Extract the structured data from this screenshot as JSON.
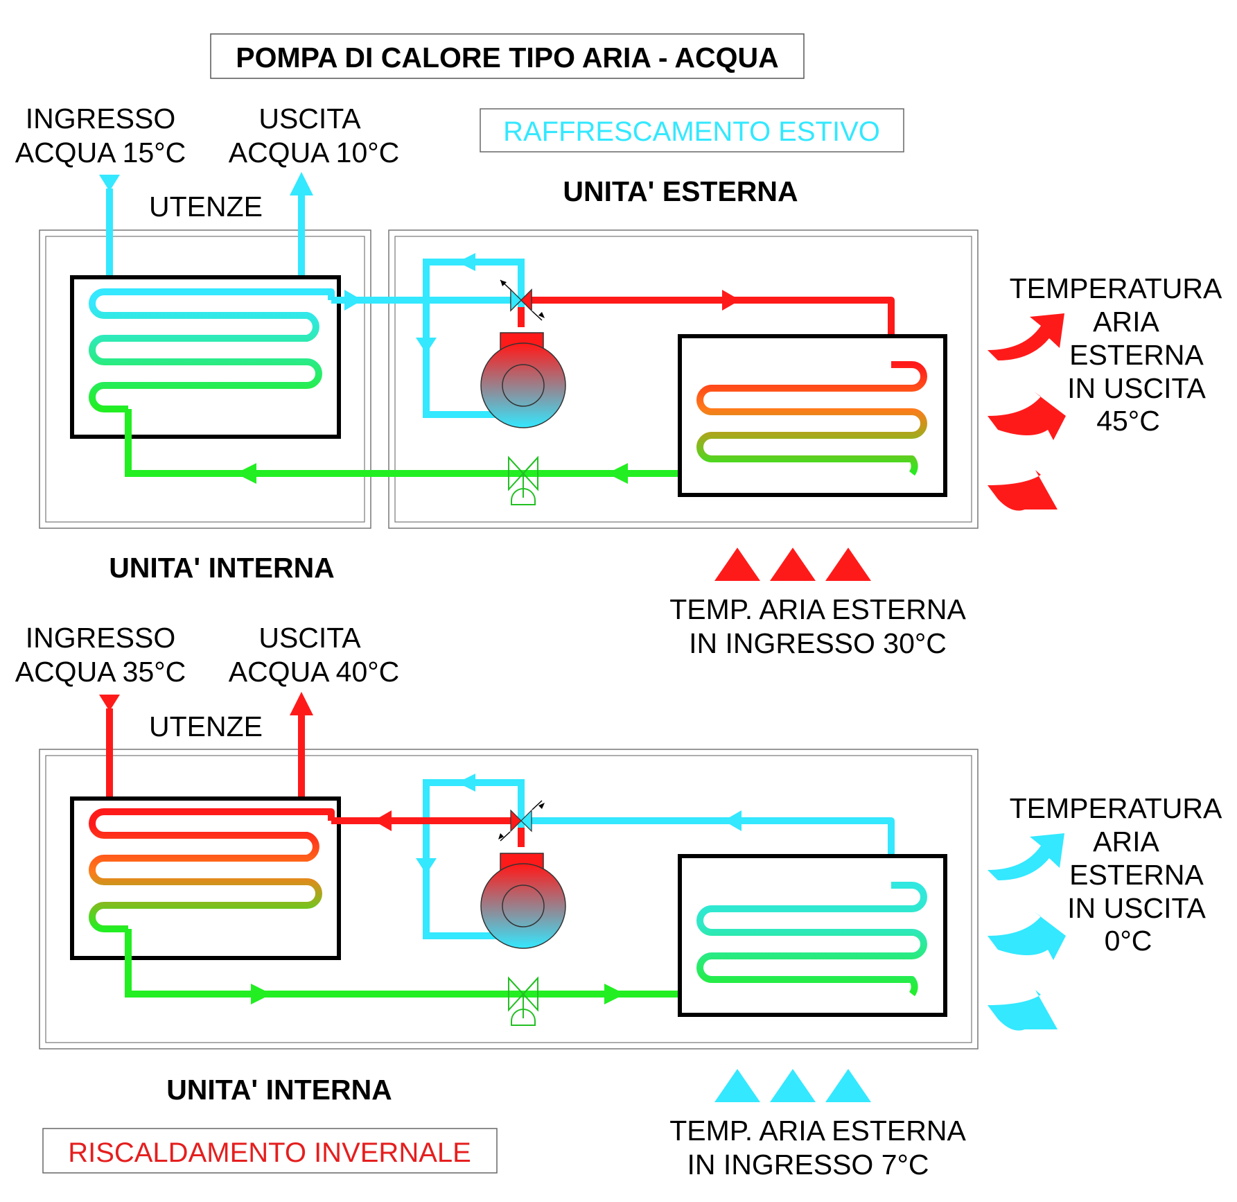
{
  "title": "POMPA DI CALORE TIPO ARIA - ACQUA",
  "summer": {
    "mode_label": "RAFFRESCAMENTO ESTIVO",
    "utenze_label": "UTENZE",
    "inlet_line1": "INGRESSO",
    "inlet_line2": "ACQUA 15°C",
    "outlet_line1": "USCITA",
    "outlet_line2": "ACQUA 10°C",
    "outdoor_unit_label": "UNITA' ESTERNA",
    "indoor_unit_label": "UNITA' INTERNA",
    "air_out_line1": "TEMPERATURA",
    "air_out_line2": "ARIA",
    "air_out_line3": "ESTERNA",
    "air_out_line4": "IN USCITA",
    "air_out_line5": "45°C",
    "air_in_line1": "TEMP. ARIA ESTERNA",
    "air_in_line2": "IN INGRESSO 30°C"
  },
  "winter": {
    "mode_label": "RISCALDAMENTO INVERNALE",
    "utenze_label": "UTENZE",
    "inlet_line1": "INGRESSO",
    "inlet_line2": "ACQUA 35°C",
    "outlet_line1": "USCITA",
    "outlet_line2": "ACQUA 40°C",
    "indoor_unit_label": "UNITA' INTERNA",
    "air_out_line1": "TEMPERATURA",
    "air_out_line2": "ARIA",
    "air_out_line3": "ESTERNA",
    "air_out_line4": "IN USCITA",
    "air_out_line5": "0°C",
    "air_in_line1": "TEMP. ARIA ESTERNA",
    "air_in_line2": "IN INGRESSO 7°C"
  },
  "colors": {
    "hot": "#ff1a1a",
    "warm": "#ff7a1a",
    "cold": "#33e8ff",
    "liquid": "#22ee22",
    "cooling_label": "#33e8ff",
    "heating_label": "#e51e1e"
  }
}
